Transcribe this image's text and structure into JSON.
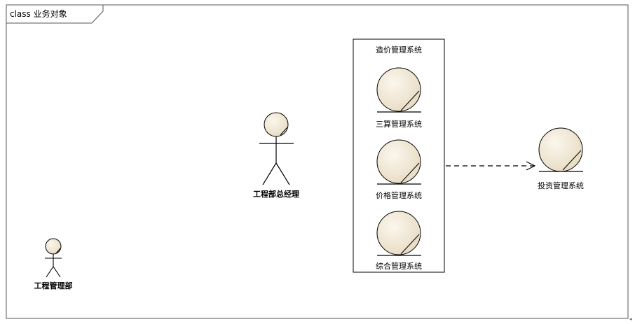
{
  "diagram": {
    "frame_title": "class 业务对象",
    "actors": [
      {
        "id": "engineering_manager",
        "label": "工程部总经理"
      },
      {
        "id": "engineering_dept",
        "label": "工程管理部"
      }
    ],
    "package": {
      "label": "造价管理系统",
      "entities": [
        {
          "label": "三算管理系统"
        },
        {
          "label": "价格管理系统"
        },
        {
          "label": "综合管理系统"
        }
      ]
    },
    "external_entity": {
      "label": "投资管理系统"
    },
    "relation": {
      "type": "dependency",
      "from": "造价管理系统",
      "to": "投资管理系统"
    }
  },
  "colors": {
    "entity_fill": "#f0e6d2",
    "stroke": "#000000",
    "frame_stroke": "#555555",
    "background": "#ffffff"
  }
}
